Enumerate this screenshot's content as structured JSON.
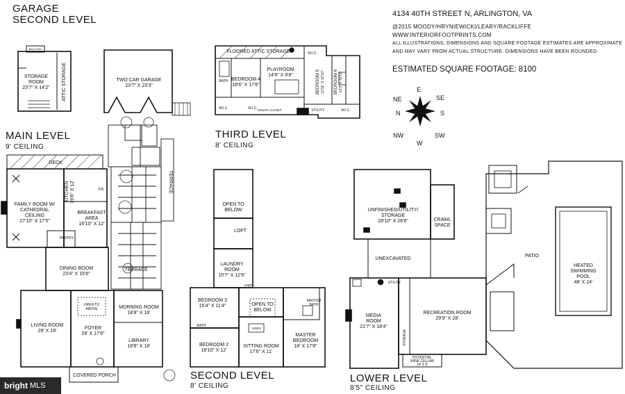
{
  "header": {
    "address": "4134 40TH STREET N, ARLINGTON, VA",
    "copyright": "@2015 MOODY/HRYNIEWICKI/LEARY/RACKLIFFE",
    "website": "WWW.INTERIORFOOTPRINTS.COM",
    "disclaimer1": "ALL ILLUSTRATIONS, DIMENSIONS AND SQUARE FOOTAGE ESTIMATES ARE APPROXIMATE",
    "disclaimer2": "AND MAY VARY FROM ACTUAL STRUCTURE. DIMENSIONS HAVE BEEN ROUNDED.",
    "sqft": "ESTIMATED SQUARE FOOTAGE: 8100"
  },
  "levels": {
    "garage": {
      "line1": "GARAGE",
      "line2": "SECOND LEVEL"
    },
    "main": {
      "title": "MAIN LEVEL",
      "ceiling": "9' CEILING"
    },
    "third": {
      "title": "THIRD LEVEL",
      "ceiling": "8' CEILING"
    },
    "second": {
      "title": "SECOND LEVEL",
      "ceiling": "8' CEILING"
    },
    "lower": {
      "title": "LOWER LEVEL",
      "ceiling": "8'5\" CEILING"
    }
  },
  "compass": {
    "n": "N",
    "ne": "NE",
    "e": "E",
    "se": "SE",
    "s": "S",
    "sw": "SW",
    "w": "W",
    "nw": "NW"
  },
  "rooms": {
    "balcony": "BALCONY",
    "storage_room": "STORAGE",
    "storage_room2": "ROOM",
    "storage_room_dim": "23'7\" X 14'2\"",
    "attic_storage": "ATTIC STORAGE",
    "two_car_garage": "TWO CAR GARAGE",
    "two_car_garage_dim": "23'7\" X 23'3\"",
    "floored_attic": "FLOORED ATTIC STORAGE",
    "wic": "W.I.C.",
    "bath": "BATH",
    "bedroom4": "BEDROOM 4",
    "bedroom4_dim": "18'6\" X 17'6\"",
    "playroom": "PLAYROOM",
    "playroom_dim": "14'8\" X 8'8\"",
    "bedroom5": "BEDROOM 5",
    "bedroom5_dim": "12'11\" X 12'10\"",
    "bedroom6": "BEDROOM 6",
    "bedroom6_dim": "12'3\" X 10'11\"",
    "cedar_closet": "CEDAR CLOSET",
    "utility": "UTILITY",
    "deck": "DECK",
    "kitchen": "KITCHEN",
    "kitchen_dim": "19'6\" X 12'",
    "family_room": "FAMILY ROOM W/",
    "family_room2": "CATHEDRAL",
    "family_room3": "CEILING",
    "family_room_dim": "27'10\" X 17'5\"",
    "breakfast": "BREAKFAST",
    "breakfast2": "AREA",
    "breakfast_dim": "16'10\" X 12'",
    "pantry": "PANTRY",
    "pr": "P.R.",
    "terrace": "TERRACE",
    "dining_room": "DINING ROOM",
    "dining_room_dim": "23'4\" X 15'6\"",
    "open_above": "OPEN TO",
    "open_above2": "ABOVE",
    "morning_room": "MORNING ROOM",
    "morning_room_dim": "18'8\" X 18'",
    "living_room": "LIVING ROOM",
    "living_room_dim": "29' X 19'",
    "foyer": "FOYER",
    "foyer_dim": "29' X 17'6\"",
    "library": "LIBRARY",
    "library_dim": "18'8\" X 18'",
    "covered_porch": "COVERED PORCH",
    "open_below": "OPEN TO",
    "open_below2": "BELOW",
    "loft": "LOFT",
    "laundry": "LAUNDRY",
    "laundry2": "ROOM",
    "laundry_dim": "15'7\" X 12'6\"",
    "linen": "LINEN",
    "bedroom3": "BEDROOM 3",
    "bedroom3_dim": "15'4\" X 11'4\"",
    "master_bath": "MASTER",
    "master_bath2": "BATH",
    "bedroom2": "BEDROOM 2",
    "bedroom2_dim": "18'10\" X 12'",
    "sitting_room": "SITTING ROOM",
    "sitting_room_dim": "17'6\" X 11'",
    "master_bedroom": "MASTER",
    "master_bedroom2": "BEDROOM",
    "master_bedroom_dim": "18' X 17'8\"",
    "unfinished": "UNFINISHED/UTILITY/",
    "unfinished2": "STORAGE",
    "unfinished_dim": "28'10\" X 26'6\"",
    "crawl": "CRAWL",
    "crawl2": "SPACE",
    "unexcavated": "UNEXCAVATED",
    "media_room": "MEDIA",
    "media_room2": "ROOM",
    "media_room_dim": "21'7\" X 18'4\"",
    "recreation_room": "RECREATION ROOM",
    "recreation_room_dim": "29'9\" X 28'",
    "storage": "STORAGE",
    "wine_cellar": "POTENTIAL",
    "wine_cellar2": "WINE CELLAR",
    "wine_cellar_dim": "14' X 6'",
    "patio": "PATIO",
    "pool": "HEATED",
    "pool2": "SWIMMING",
    "pool3": "POOL",
    "pool_dim": "48' X 24'"
  },
  "badge": {
    "brand": "bright",
    "suffix": "MLS"
  }
}
